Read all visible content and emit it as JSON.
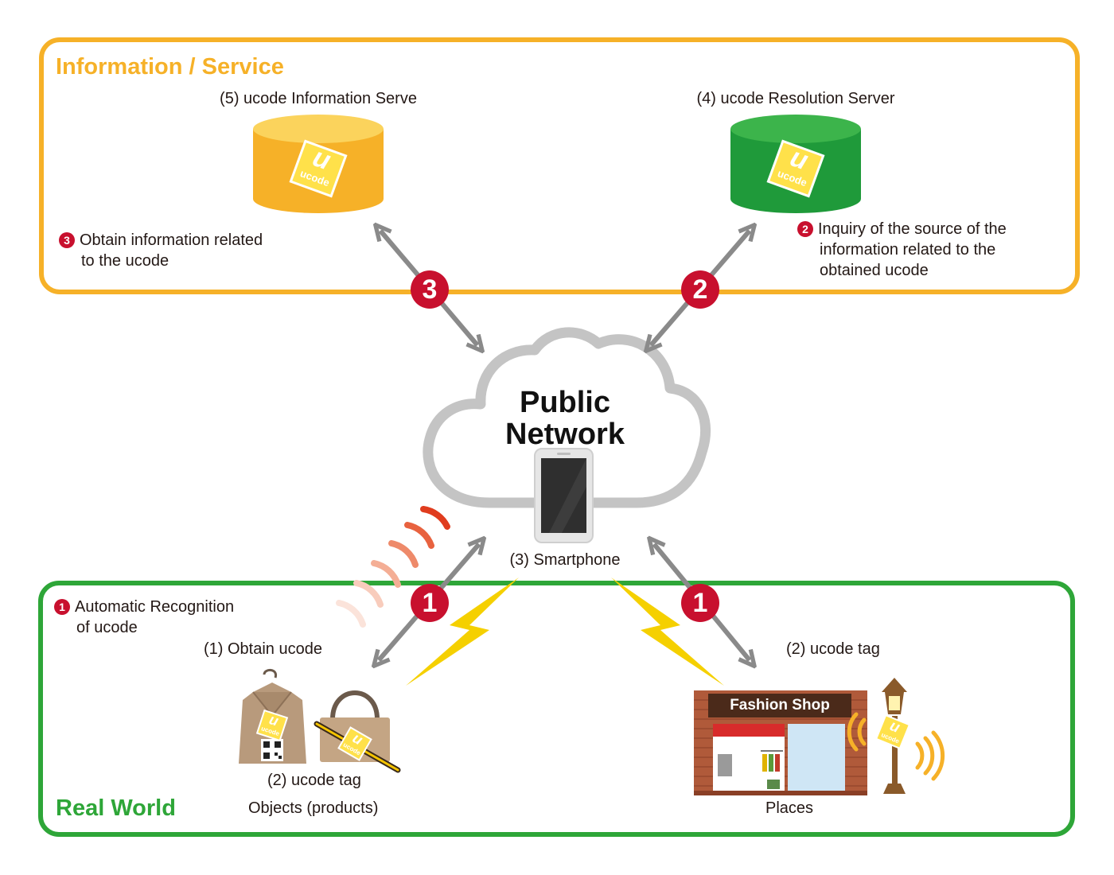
{
  "regions": {
    "info_service": "Information / Service",
    "real_world": "Real World"
  },
  "nodes": {
    "info_server": "(5) ucode Information Serve",
    "resolution_server": "(4) ucode Resolution Server",
    "network_line1": "Public",
    "network_line2": "Network",
    "smartphone": "(3) Smartphone",
    "obtain_ucode": "(1) Obtain ucode",
    "tag_left": "(2) ucode tag",
    "tag_right": "(2) ucode tag",
    "objects": "Objects (products)",
    "places": "Places"
  },
  "steps": {
    "step1": {
      "num": "1",
      "line1": "Automatic Recognition",
      "line2": "of ucode"
    },
    "step2": {
      "num": "2",
      "line1": "Inquiry of the source of the",
      "line2": "information related to the",
      "line3": "obtained ucode"
    },
    "step3": {
      "num": "3",
      "line1": "Obtain information related",
      "line2": "to the ucode"
    }
  },
  "badges": {
    "b3": "3",
    "b2": "2",
    "b1_left": "1",
    "b1_right": "1"
  },
  "logo_text": "ucode",
  "shop_name": "Fashion Shop",
  "colors": {
    "info_border": "#f6b128",
    "real_border": "#2ea638",
    "badge": "#c8102e",
    "info_server": "#f6b128",
    "resolution_server": "#1f9a3a",
    "arrow": "#8a8a8a",
    "lightning": "#f5d000",
    "cloud_stroke": "#c4c4c4"
  },
  "icons": [
    "database-icon",
    "cloud-icon",
    "smartphone-icon",
    "coat-icon",
    "bag-icon",
    "shop-icon",
    "lamp-icon",
    "lightning-icon",
    "radio-wave-icon",
    "qr-code-icon",
    "ucode-logo-icon"
  ]
}
